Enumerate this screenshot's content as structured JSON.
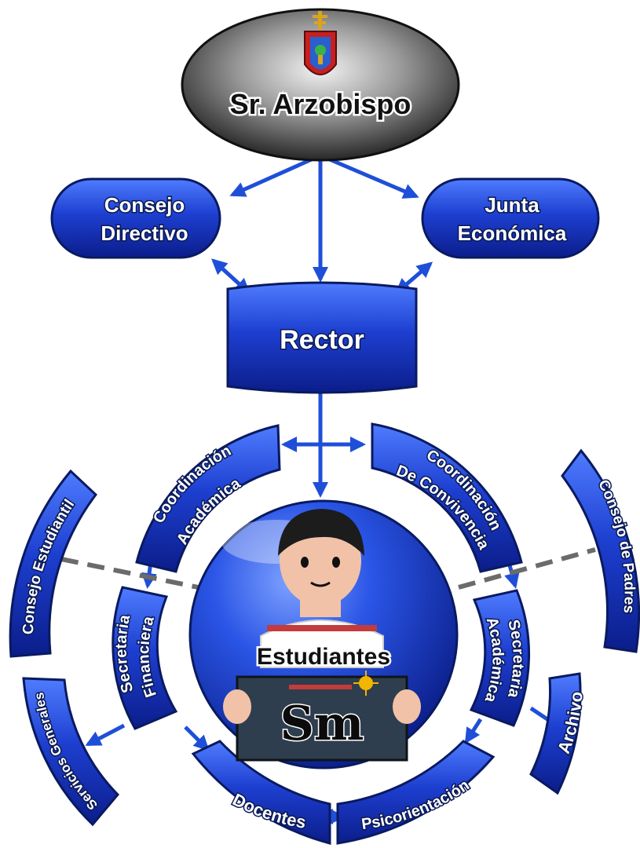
{
  "nodes": {
    "arzobispo": "Sr. Arzobispo",
    "consejo_directivo": [
      "Consejo",
      "Directivo"
    ],
    "junta_economica": [
      "Junta",
      "Económica"
    ],
    "rector": "Rector",
    "coordinacion_academica": [
      "Coordinación",
      "Académica"
    ],
    "coordinacion_convivencia": [
      "Coordinación",
      "De Convivencia"
    ],
    "consejo_estudiantil": "Consejo Estudiantil",
    "consejo_padres": "Consejo de Padres",
    "secretaria_financiera": [
      "Secretaria",
      "Financiera"
    ],
    "secretaria_academica": [
      "Secretaria",
      "Académica"
    ],
    "servicios_generales": "Servicios Generales",
    "archivo": "Archivo",
    "docentes": "Docentes",
    "psicorientacion": "Psicorientación",
    "estudiantes": "Estudiantes",
    "logo_text": "Sm"
  },
  "colors": {
    "node_blue": "#1d3fd0",
    "node_dark": "#0b1d8a",
    "arrow": "#1f4fd8",
    "dash": "#6b6b6b",
    "oval_dark": "#2a2a2a"
  },
  "icons": [
    "cross-icon",
    "coat-of-arms-icon",
    "student-figure-icon",
    "sun-icon"
  ]
}
